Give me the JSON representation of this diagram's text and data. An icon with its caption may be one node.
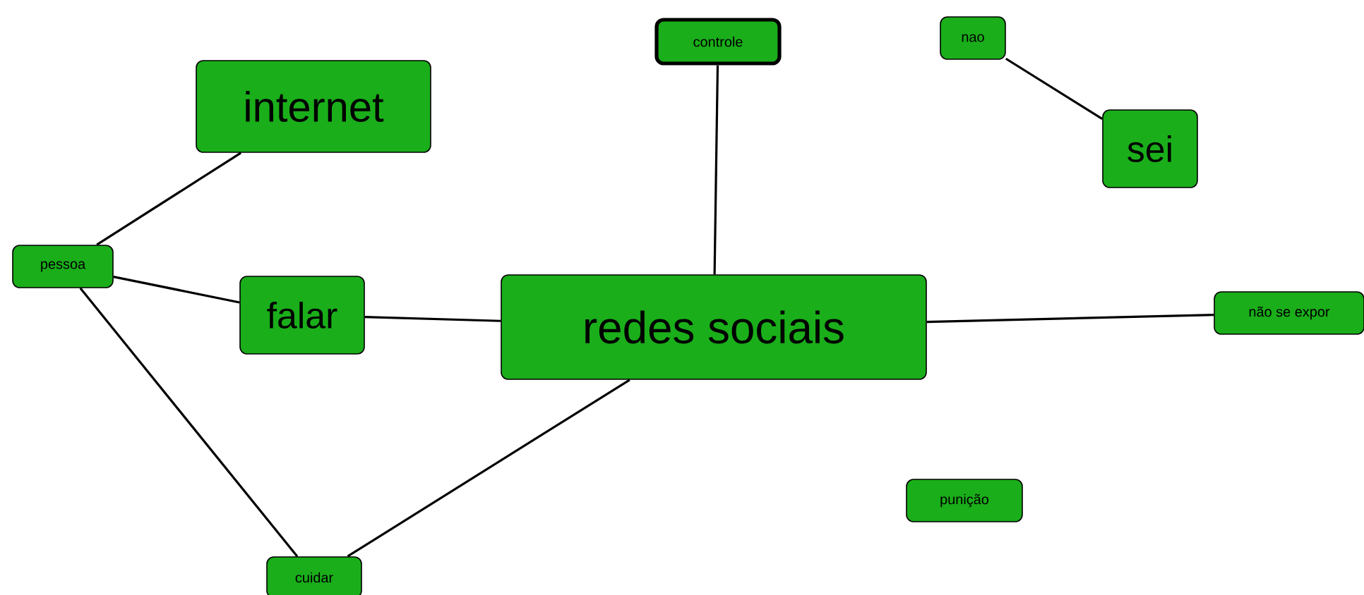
{
  "diagram": {
    "nodes": [
      {
        "text": [
          "controle"
        ]
      },
      {
        "text": [
          "nao"
        ]
      },
      {
        "text": [
          "internet"
        ]
      },
      {
        "text": [
          "sei"
        ]
      },
      {
        "text": [
          "pessoa"
        ]
      },
      {
        "text": [
          "falar"
        ]
      },
      {
        "text": [
          "redes sociais"
        ]
      },
      {
        "text": [
          "não se expor"
        ]
      },
      {
        "text": [
          "punição"
        ]
      },
      {
        "text": [
          "cuidar"
        ]
      }
    ],
    "edges": [
      {
        "from": 4,
        "to": 2,
        "arrow": "none"
      },
      {
        "from": 4,
        "to": 5,
        "arrow": "none"
      },
      {
        "from": 4,
        "to": 9,
        "arrow": "none"
      },
      {
        "from": 5,
        "to": 6,
        "arrow": "none"
      },
      {
        "from": 0,
        "to": 6,
        "arrow": "none"
      },
      {
        "from": 6,
        "to": 7,
        "arrow": "none"
      },
      {
        "from": 6,
        "to": 9,
        "arrow": "none"
      },
      {
        "from": 1,
        "to": 3,
        "arrow": "none"
      }
    ]
  }
}
